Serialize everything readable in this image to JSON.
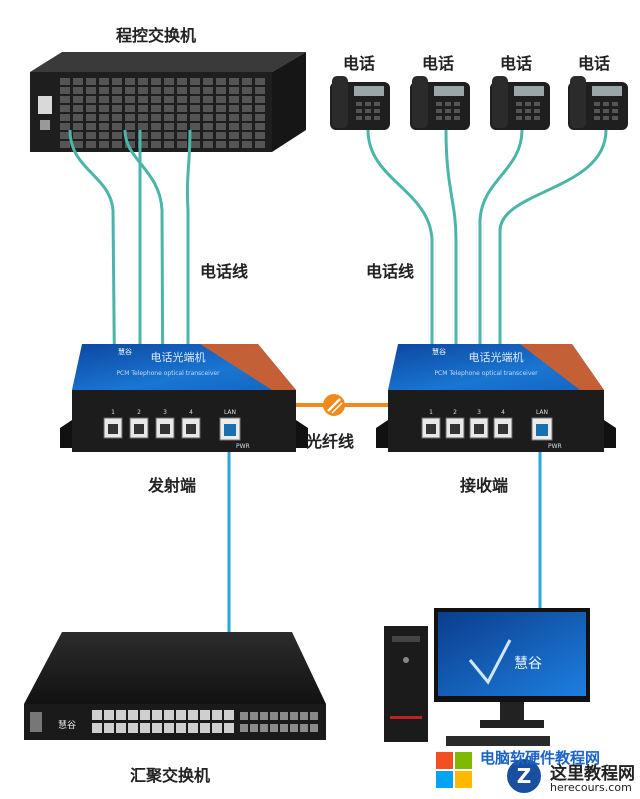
{
  "labels": {
    "pbx": "程控交换机",
    "phone": "电话",
    "phone_line_left": "电话线",
    "phone_line_right": "电话线",
    "fiber": "光纤线",
    "transmitter": "发射端",
    "receiver": "接收端",
    "aggregation_switch": "汇聚交换机"
  },
  "device_text": {
    "optical_title": "电话光端机",
    "optical_subtitle": "PCM Telephone optical transceiver",
    "lan": "LAN",
    "pwr": "PWR",
    "port_numbers": [
      "1",
      "2",
      "3",
      "4"
    ],
    "brand": "慧谷"
  },
  "watermark": {
    "top": "电脑软硬件教程网",
    "name": "这里教程网",
    "url": "herecours.com"
  },
  "colors": {
    "phone_line": "#4ab5a8",
    "network_line": "#2aa7d8",
    "fiber": "#f08a1c",
    "device_blue": "#1565c0",
    "device_dark": "#1c1c1c"
  }
}
